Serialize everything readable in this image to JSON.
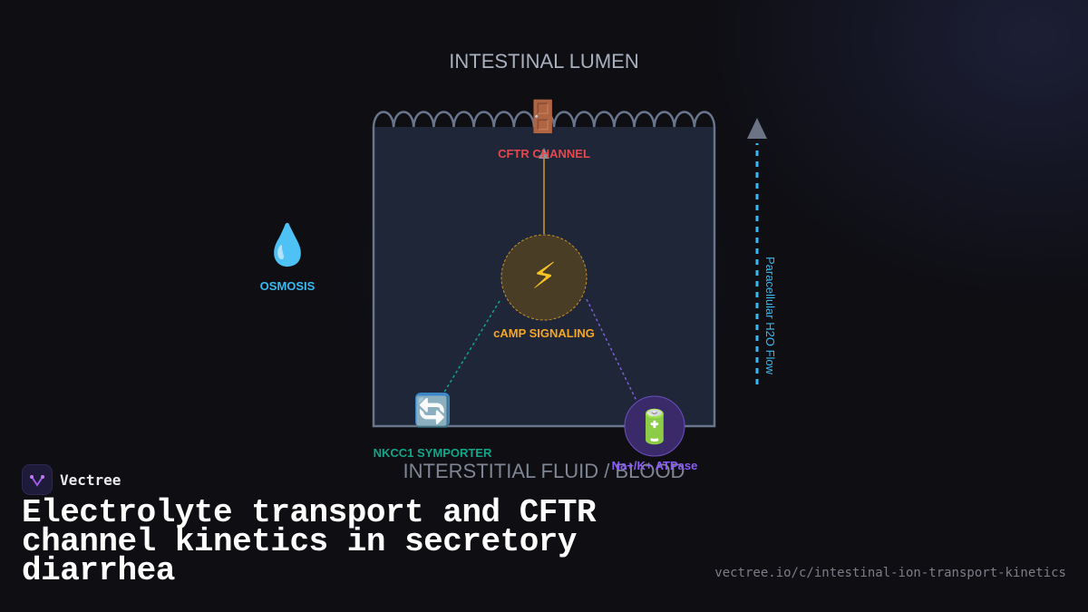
{
  "diagram": {
    "top_label": "INTESTINAL LUMEN",
    "bottom_label": "INTERSTITIAL FLUID / BLOOD",
    "nodes": {
      "cftr": {
        "icon": "door-icon",
        "glyph": "🚪",
        "label": "CFTR CHANNEL",
        "color": "#e5484d"
      },
      "camp": {
        "icon": "lightning-icon",
        "glyph": "⚡",
        "label": "cAMP SIGNALING",
        "color": "#f5a623"
      },
      "nkcc1": {
        "icon": "arrows-cycle-icon",
        "glyph": "🔄",
        "label": "NKCC1 SYMPORTER",
        "color": "#12a58a"
      },
      "atpase": {
        "icon": "battery-icon",
        "glyph": "🔋",
        "label": "Na+/K+ ATPase",
        "color": "#8a5cf6"
      },
      "osmosis": {
        "icon": "water-drop-icon",
        "glyph": "💧",
        "label": "OSMOSIS",
        "color": "#3ab8f0"
      }
    },
    "flow_label": "Paracellular H2O Flow",
    "flow_color": "#3ab8f0"
  },
  "brand": {
    "name": "Vectree",
    "logo_icon": "vectree-logo-icon"
  },
  "title": "Electrolyte transport and CFTR channel kinetics in secretory diarrhea",
  "url": "vectree.io/c/intestinal-ion-transport-kinetics"
}
